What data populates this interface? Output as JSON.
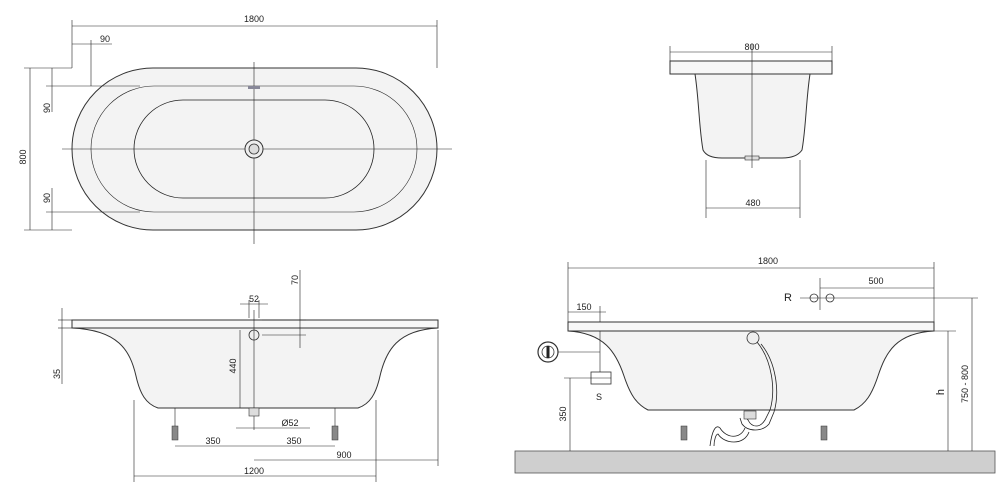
{
  "top_view": {
    "length": "1800",
    "width": "800",
    "rim_left": "90",
    "rim_top": "90",
    "rim_bottom": "90"
  },
  "end_view": {
    "top_width": "800",
    "bottom_width": "480"
  },
  "front_view": {
    "overflow_width": "52",
    "overflow_height": "70",
    "rim_thickness": "35",
    "depth": "440",
    "waste_diameter": "Ø52",
    "foot_left": "350",
    "foot_right": "350",
    "half_length": "900",
    "base_length": "1200"
  },
  "installation_view": {
    "length": "1800",
    "tap_label": "R",
    "tap_distance": "500",
    "waste_offset": "150",
    "siphon_label": "S",
    "siphon_height": "350",
    "height_label": "h",
    "height_range": "750 - 800"
  }
}
